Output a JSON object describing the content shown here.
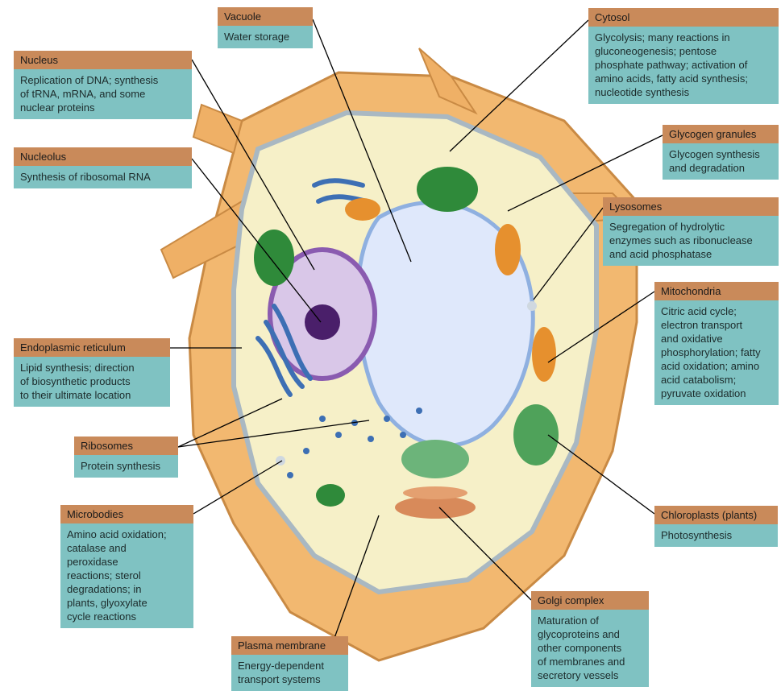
{
  "callouts": {
    "vacuole": {
      "title": "Vacuole",
      "desc": "Water storage"
    },
    "nucleus": {
      "title": "Nucleus",
      "desc": "Replication of DNA; synthesis\nof tRNA, mRNA, and some\nnuclear proteins"
    },
    "nucleolus": {
      "title": "Nucleolus",
      "desc": "Synthesis of ribosomal RNA"
    },
    "er": {
      "title": "Endoplasmic reticulum",
      "desc": "Lipid synthesis; direction\nof biosynthetic products\nto their ultimate location"
    },
    "ribosomes": {
      "title": "Ribosomes",
      "desc": "Protein synthesis"
    },
    "microbodies": {
      "title": "Microbodies",
      "desc": "Amino acid oxidation;\ncatalase and\nperoxidase\nreactions; sterol\ndegradations; in\nplants, glyoxylate\ncycle reactions"
    },
    "plasma": {
      "title": "Plasma membrane",
      "desc": "Energy-dependent\ntransport systems"
    },
    "golgi": {
      "title": "Golgi complex",
      "desc": "Maturation of\nglycoproteins and\nother components\nof membranes and\nsecretory vessels"
    },
    "chloroplasts": {
      "title": "Chloroplasts (plants)",
      "desc": "Photosynthesis"
    },
    "mitochondria": {
      "title": "Mitochondria",
      "desc": "Citric acid cycle;\nelectron transport\nand oxidative\nphosphorylation; fatty\nacid oxidation; amino\nacid catabolism;\npyruvate oxidation"
    },
    "lysosomes": {
      "title": "Lysosomes",
      "desc": "Segregation of hydrolytic\nenzymes such as ribonuclease\nand acid phosphatase"
    },
    "glycogen": {
      "title": "Glycogen granules",
      "desc": "Glycogen synthesis\nand degradation"
    },
    "cytosol": {
      "title": "Cytosol",
      "desc": "Glycolysis; many reactions in\ngluconeogenesis; pentose\nphosphate pathway; activation of\namino acids, fatty acid synthesis;\nnucleotide synthesis"
    }
  },
  "colors": {
    "header": "#c98a5a",
    "body": "#7fc2c2",
    "wall": "#f2b870",
    "cytoplasm": "#f6f0c8",
    "vacuole": "#dfe8fb",
    "nucleus": "#d9c7e8",
    "chloroplast": "#2f8a3a",
    "mitochondrion": "#e6902e",
    "er": "#3d6fb4"
  }
}
